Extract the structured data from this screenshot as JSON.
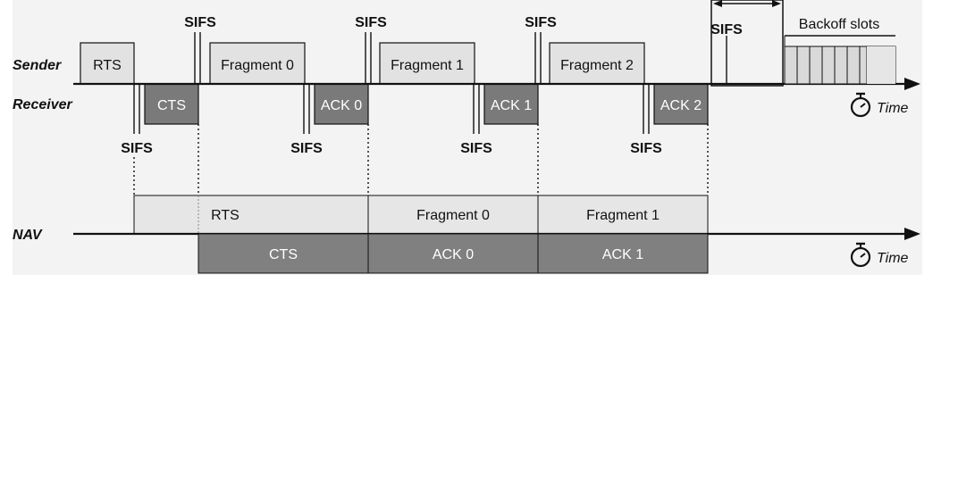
{
  "row_labels": {
    "sender": "Sender",
    "receiver": "Receiver",
    "nav": "NAV"
  },
  "frames": {
    "sender": [
      "RTS",
      "Fragment 0",
      "Fragment 1",
      "Fragment 2"
    ],
    "receiver": [
      "CTS",
      "ACK 0",
      "ACK 1",
      "ACK 2"
    ]
  },
  "sifs_label": "SIFS",
  "backoff_label": "Backoff slots",
  "time_label": "Time",
  "nav_rows": {
    "upper": [
      "RTS",
      "Fragment 0",
      "Fragment 1"
    ],
    "lower": [
      "CTS",
      "ACK 0",
      "ACK 1"
    ]
  },
  "colors": {
    "light_box": "#e2e2e2",
    "dark_box": "#7a7a7a",
    "nav_light": "#e6e6e6",
    "nav_dark": "#808080",
    "panel": "#f2f2f2",
    "line": "#111111"
  }
}
